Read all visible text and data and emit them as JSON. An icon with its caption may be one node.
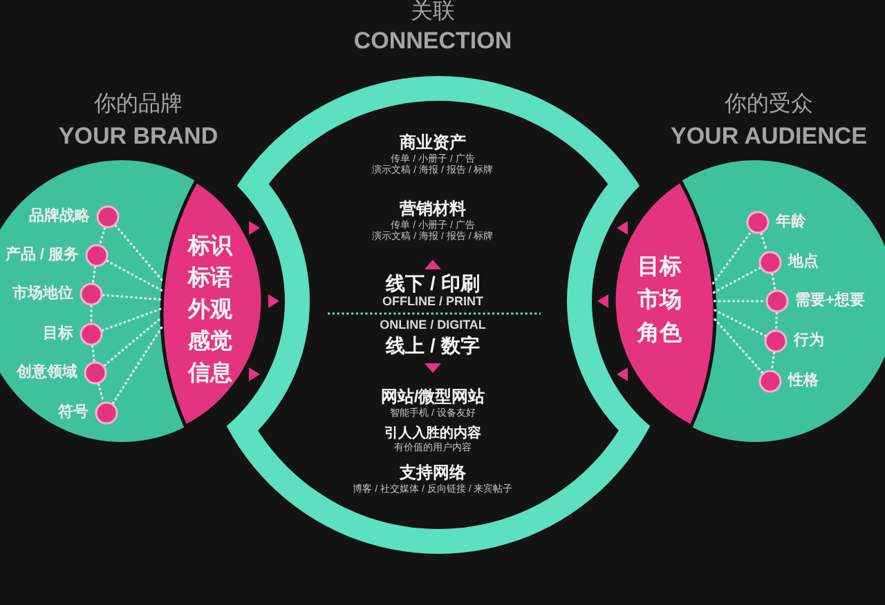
{
  "diagram": {
    "nodes": [
      {
        "text": [
          "你的品牌",
          "YOUR BRAND"
        ]
      },
      {
        "text": [],
        "shape": "circle",
        "in": 0,
        "beside": [
          "品牌战略"
        ]
      },
      {
        "text": [],
        "shape": "circle",
        "in": 0,
        "beside": [
          "产品 / 服务"
        ]
      },
      {
        "text": [],
        "shape": "circle",
        "in": 0,
        "beside": [
          "市场地位"
        ]
      },
      {
        "text": [],
        "shape": "circle",
        "in": 0,
        "beside": [
          "目标"
        ]
      },
      {
        "text": [],
        "shape": "circle",
        "in": 0,
        "beside": [
          "创意领域"
        ]
      },
      {
        "text": [],
        "shape": "circle",
        "in": 0,
        "beside": [
          "符号"
        ]
      },
      {
        "text": [
          "标识",
          "标语",
          "外观",
          "感觉",
          "信息"
        ],
        "in": 0
      },
      {
        "text": [
          "关联",
          "CONNECTION",
          "商业资产",
          "传单 / 小册子 / 广告",
          "演示文稿 / 海报 / 报告 / 标牌",
          "营销材料",
          "传单 / 小册子 / 广告",
          "演示文稿 / 海报 / 报告 / 标牌",
          "线下 / 印刷",
          "OFFLINE / PRINT",
          "ONLINE / DIGITAL",
          "线上 / 数字",
          "网站/微型网站",
          "智能手机 / 设备友好",
          "引人入胜的内容",
          "有价值的用户内容",
          "支持网络",
          "博客 / 社交媒体 / 反向链接 / 来宾帖子"
        ]
      },
      {
        "text": [
          "你的受众",
          "YOUR AUDIENCE"
        ]
      },
      {
        "text": [
          "目标",
          "市场",
          "角色"
        ],
        "in": 9
      },
      {
        "text": [],
        "shape": "circle",
        "in": 9,
        "beside": [
          "年龄"
        ]
      },
      {
        "text": [],
        "shape": "circle",
        "in": 9,
        "beside": [
          "地点"
        ]
      },
      {
        "text": [],
        "shape": "circle",
        "in": 9,
        "beside": [
          "需要+想要"
        ]
      },
      {
        "text": [],
        "shape": "circle",
        "in": 9,
        "beside": [
          "行为"
        ]
      },
      {
        "text": [],
        "shape": "circle",
        "in": 9,
        "beside": [
          "性格"
        ]
      }
    ],
    "edges": [
      {
        "from": 1,
        "to": 7,
        "arrow": "none"
      },
      {
        "from": 2,
        "to": 7,
        "arrow": "none"
      },
      {
        "from": 3,
        "to": 7,
        "arrow": "none"
      },
      {
        "from": 4,
        "to": 7,
        "arrow": "none"
      },
      {
        "from": 5,
        "to": 7,
        "arrow": "none"
      },
      {
        "from": 6,
        "to": 7,
        "arrow": "none"
      },
      {
        "from": 1,
        "to": 2,
        "arrow": "none"
      },
      {
        "from": 2,
        "to": 3,
        "arrow": "none"
      },
      {
        "from": 3,
        "to": 4,
        "arrow": "none"
      },
      {
        "from": 4,
        "to": 5,
        "arrow": "none"
      },
      {
        "from": 5,
        "to": 6,
        "arrow": "none"
      },
      {
        "from": 10,
        "to": 11,
        "arrow": "none"
      },
      {
        "from": 10,
        "to": 12,
        "arrow": "none"
      },
      {
        "from": 10,
        "to": 13,
        "arrow": "none"
      },
      {
        "from": 10,
        "to": 14,
        "arrow": "none"
      },
      {
        "from": 10,
        "to": 15,
        "arrow": "none"
      },
      {
        "from": 11,
        "to": 12,
        "arrow": "none"
      },
      {
        "from": 12,
        "to": 13,
        "arrow": "none"
      },
      {
        "from": 13,
        "to": 14,
        "arrow": "none"
      },
      {
        "from": 14,
        "to": 15,
        "arrow": "none"
      }
    ]
  }
}
